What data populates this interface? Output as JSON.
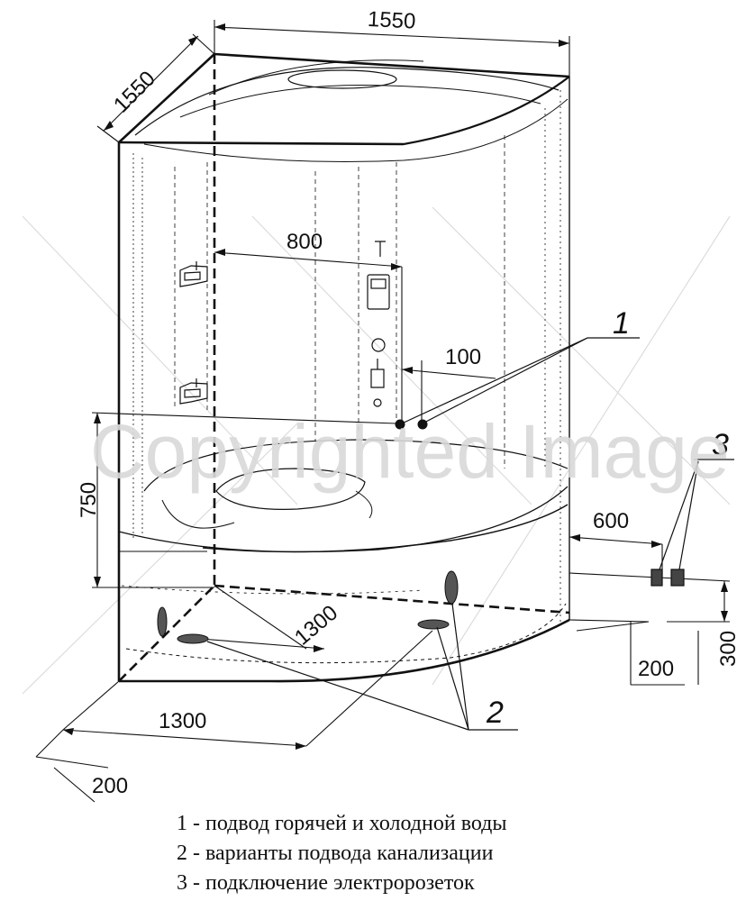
{
  "watermark": "Copyrighted Image",
  "dimensions": {
    "top_width": "1550",
    "top_depth": "1550",
    "inner_800": "800",
    "inner_100": "100",
    "height_750": "750",
    "floor_1300_diag": "1300",
    "floor_1300_front": "1300",
    "offset_200_left": "200",
    "socket_600": "600",
    "socket_200": "200",
    "socket_300": "300"
  },
  "callouts": [
    "1",
    "2",
    "3"
  ],
  "legend": [
    "1 - подвод горячей и холодной воды",
    "2 - варианты подвода канализации",
    "3 - подключение электророзеток"
  ],
  "colors": {
    "ink": "#111111",
    "watermark": "#d9d9d9",
    "background": "#ffffff"
  }
}
